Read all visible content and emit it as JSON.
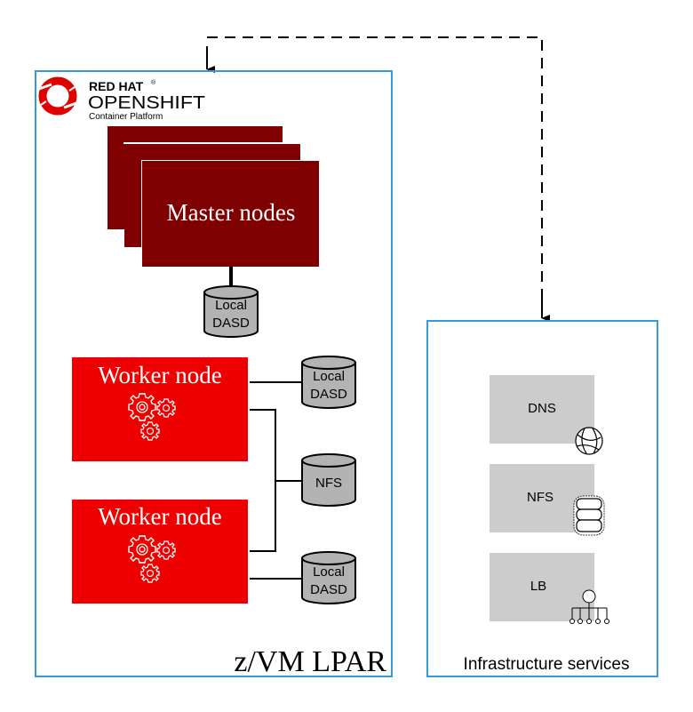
{
  "colors": {
    "container_border": "#3a9ad9",
    "master": "#7f0000",
    "worker": "#ee0000",
    "disk_fill": "#b3b3b3",
    "service_fill": "#cccccc",
    "logo_red": "#e00000"
  },
  "logo": {
    "brand": "RED HAT",
    "registered": "®",
    "product": "OPENSHIFT",
    "subtitle": "Container Platform"
  },
  "lpar": {
    "label": "z/VM LPAR",
    "master": {
      "label": "Master nodes",
      "disk": [
        "Local",
        "DASD"
      ]
    },
    "workers": [
      {
        "label": "Worker node",
        "icon": "gears-icon",
        "disk": [
          "Local",
          "DASD"
        ]
      },
      {
        "label": "Worker node",
        "icon": "gears-icon",
        "disk": [
          "Local",
          "DASD"
        ]
      }
    ],
    "shared_disk": "NFS"
  },
  "infra": {
    "label": "Infrastructure services",
    "services": [
      {
        "label": "DNS",
        "icon": "globe-icon"
      },
      {
        "label": "NFS",
        "icon": "database-icon"
      },
      {
        "label": "LB",
        "icon": "load-balancer-icon"
      }
    ]
  }
}
